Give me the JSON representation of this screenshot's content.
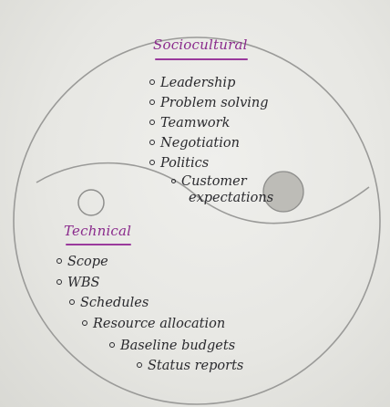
{
  "sociocultural": {
    "heading": "Sociocultural",
    "items": [
      "Leadership",
      "Problem solving",
      "Teamwork",
      "Negotiation",
      "Politics"
    ],
    "subitem_line1": "Customer",
    "subitem_line2": "expectations"
  },
  "technical": {
    "heading": "Technical",
    "items": [
      "Scope",
      "WBS",
      "Schedules",
      "Resource allocation",
      "Baseline budgets",
      "Status reports"
    ]
  },
  "colors": {
    "heading": "#8a2b8c",
    "ink": "#2a2a2e",
    "dot_fill": "#bdbcb7"
  }
}
